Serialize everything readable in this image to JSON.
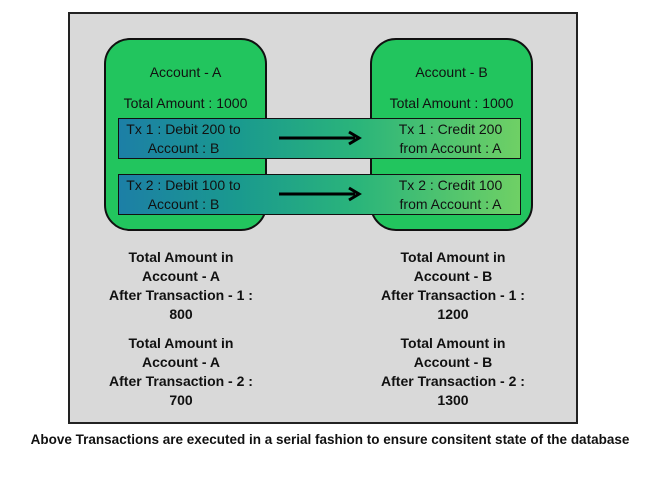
{
  "account_a": {
    "title": "Account - A",
    "total": "Total Amount : 1000"
  },
  "account_b": {
    "title": "Account - B",
    "total": "Total Amount : 1000"
  },
  "tx1": {
    "left_line1": "Tx 1 : Debit 200 to",
    "left_line2": "Account : B",
    "right_line1": "Tx 1 : Credit 200",
    "right_line2": "from Account : A"
  },
  "tx2": {
    "left_line1": "Tx 2 : Debit 100 to",
    "left_line2": "Account : B",
    "right_line1": "Tx 2 : Credit 100",
    "right_line2": "from Account : A"
  },
  "summary_a1": {
    "l1": "Total Amount in",
    "l2": "Account - A",
    "l3": "After Transaction - 1 :",
    "l4": "800"
  },
  "summary_b1": {
    "l1": "Total Amount in",
    "l2": "Account - B",
    "l3": "After Transaction - 1 :",
    "l4": "1200"
  },
  "summary_a2": {
    "l1": "Total Amount in",
    "l2": "Account - A",
    "l3": "After Transaction - 2 :",
    "l4": "700"
  },
  "summary_b2": {
    "l1": "Total Amount in",
    "l2": "Account - B",
    "l3": "After Transaction - 2 :",
    "l4": "1300"
  },
  "caption": "Above Transactions are executed in a serial fashion to ensure consitent state of the database",
  "colors": {
    "account_fill": "#22c55e",
    "frame_fill": "#d9d9d9",
    "bar_start": "#1c7fa6",
    "bar_end": "#6fd065"
  }
}
